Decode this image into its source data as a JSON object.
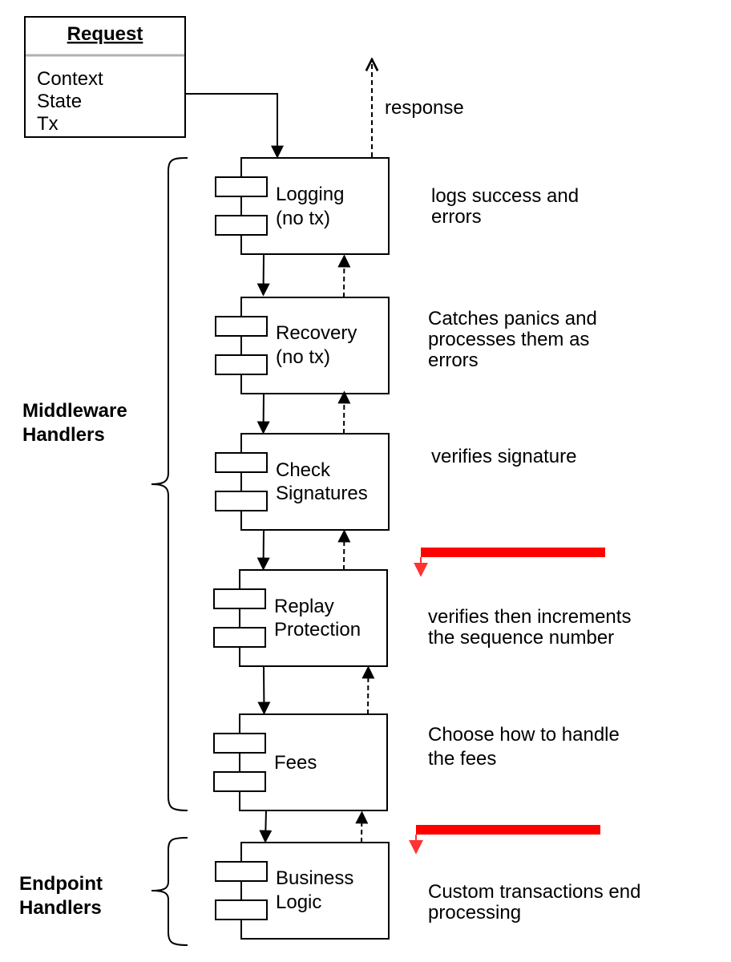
{
  "request": {
    "title": "Request",
    "fields": [
      "Context",
      "State",
      "Tx"
    ]
  },
  "response_label": "response",
  "groups": {
    "middleware": {
      "line1": "Middleware",
      "line2": "Handlers"
    },
    "endpoint": {
      "line1": "Endpoint",
      "line2": "Handlers"
    }
  },
  "components": [
    {
      "lines": [
        "Logging",
        "(no tx)"
      ],
      "desc": [
        "logs success and",
        "errors"
      ]
    },
    {
      "lines": [
        "Recovery",
        "(no tx)"
      ],
      "desc": [
        "Catches panics and",
        "processes them as",
        "errors"
      ]
    },
    {
      "lines": [
        "Check",
        "Signatures"
      ],
      "desc": [
        "verifies signature"
      ]
    },
    {
      "lines": [
        "Replay",
        "Protection"
      ],
      "desc": [
        "verifies then increments",
        "the sequence number"
      ]
    },
    {
      "lines": [
        "Fees"
      ],
      "desc": [
        "Choose how to handle",
        "the fees"
      ]
    },
    {
      "lines": [
        "Business",
        "Logic"
      ],
      "desc": [
        "Custom transactions end",
        "processing"
      ]
    }
  ],
  "colors": {
    "insert_marker": "#ff0000"
  }
}
